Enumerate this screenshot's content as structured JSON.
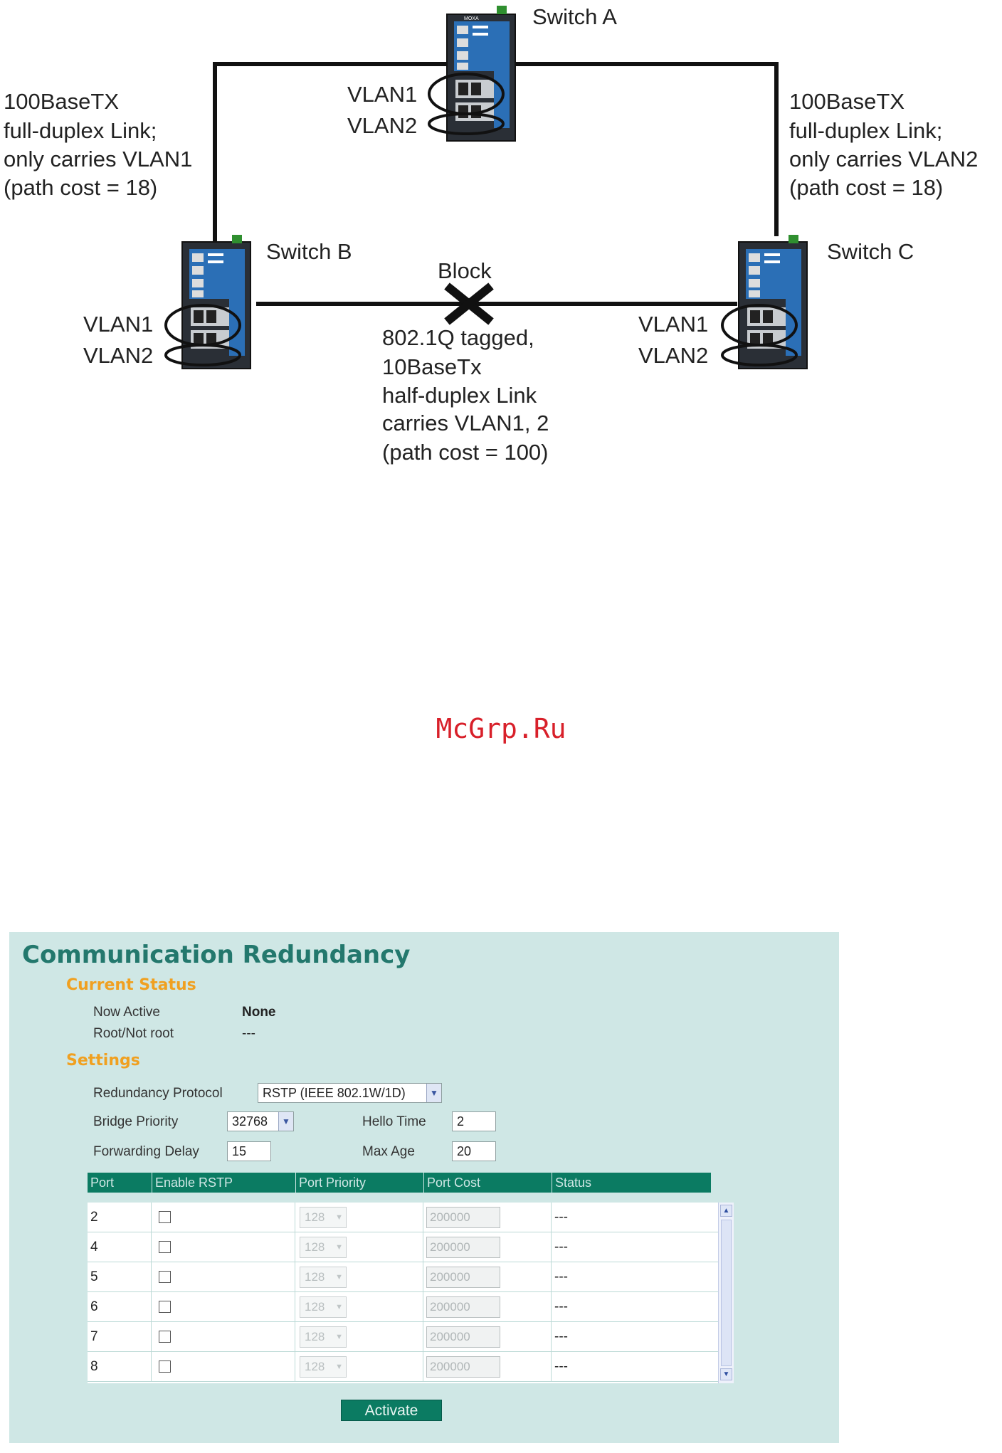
{
  "diagram": {
    "switch_a": "Switch A",
    "switch_b": "Switch B",
    "switch_c": "Switch C",
    "switch_brand": "MOXA",
    "a_vlan1": "VLAN1",
    "a_vlan2": "VLAN2",
    "b_vlan1": "VLAN1",
    "b_vlan2": "VLAN2",
    "c_vlan1": "VLAN1",
    "c_vlan2": "VLAN2",
    "left_link": [
      "100BaseTX",
      "full-duplex Link;",
      "only carries VLAN1",
      "(path cost = 18)"
    ],
    "right_link": [
      "100BaseTX",
      "full-duplex Link;",
      "only carries VLAN2",
      "(path cost = 18)"
    ],
    "block": "Block",
    "bottom_link": [
      "802.1Q tagged,",
      "10BaseTx",
      "half-duplex Link",
      "carries VLAN1, 2",
      "(path cost = 100)"
    ]
  },
  "watermark": "McGrp.Ru",
  "panel": {
    "title": "Communication Redundancy",
    "current_status": {
      "heading": "Current Status",
      "now_active_label": "Now Active",
      "now_active_value": "None",
      "root_label": "Root/Not root",
      "root_value": "---"
    },
    "settings": {
      "heading": "Settings",
      "protocol_label": "Redundancy Protocol",
      "protocol_value": "RSTP (IEEE 802.1W/1D)",
      "bridge_priority_label": "Bridge Priority",
      "bridge_priority_value": "32768",
      "hello_time_label": "Hello Time",
      "hello_time_value": "2",
      "forwarding_delay_label": "Forwarding Delay",
      "forwarding_delay_value": "15",
      "max_age_label": "Max Age",
      "max_age_value": "20"
    },
    "table": {
      "headers": [
        "Port",
        "Enable RSTP",
        "Port Priority",
        "Port Cost",
        "Status"
      ],
      "rows": [
        {
          "port": "2",
          "priority": "128",
          "cost": "200000",
          "status": "---"
        },
        {
          "port": "4",
          "priority": "128",
          "cost": "200000",
          "status": "---"
        },
        {
          "port": "5",
          "priority": "128",
          "cost": "200000",
          "status": "---"
        },
        {
          "port": "6",
          "priority": "128",
          "cost": "200000",
          "status": "---"
        },
        {
          "port": "7",
          "priority": "128",
          "cost": "200000",
          "status": "---"
        },
        {
          "port": "8",
          "priority": "128",
          "cost": "200000",
          "status": "---"
        }
      ]
    },
    "activate_label": "Activate"
  }
}
